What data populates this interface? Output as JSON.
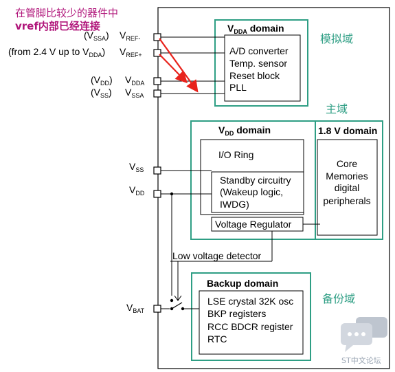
{
  "annotation": {
    "line1": "在管脚比较少的器件中",
    "line2": "vref内部已经连接"
  },
  "pins": {
    "vref_minus_alias": "(V",
    "vref_minus_alias_sub": "SSA",
    "vref_minus_alias_close": ")",
    "vref_minus_main": "V",
    "vref_minus_sub": "REF-",
    "vref_plus_range_a": "(from 2.4 V up to V",
    "vref_plus_range_sub": "DDA",
    "vref_plus_range_b": ")",
    "vref_plus_main": "V",
    "vref_plus_sub": "REF+",
    "vdda_alias": "(V",
    "vdda_alias_sub": "DD",
    "vdda_alias_close": ")",
    "vdda_main": "V",
    "vdda_sub": "DDA",
    "vssa_alias": "(V",
    "vssa_alias_sub": "SS",
    "vssa_alias_close": ")",
    "vssa_main": "V",
    "vssa_sub": "SSA",
    "vss_main": "V",
    "vss_sub": "SS",
    "vdd_main": "V",
    "vdd_sub": "DD",
    "vbat_main": "V",
    "vbat_sub": "BAT"
  },
  "vdda_domain": {
    "title_main": "V",
    "title_sub": "DDA",
    "title_rest": " domain",
    "items": [
      "A/D converter",
      "Temp. sensor",
      "Reset block",
      "PLL"
    ]
  },
  "region_labels": {
    "analog": "模拟域",
    "main": "主域",
    "backup": "备份域"
  },
  "vdd_domain": {
    "title_main": "V",
    "title_sub": "DD",
    "title_rest": " domain",
    "io_ring": "I/O Ring",
    "standby": [
      "Standby circuitry",
      "(Wakeup logic,",
      "IWDG)"
    ],
    "regulator": "Voltage Regulator"
  },
  "core_domain": {
    "title": "1.8 V domain",
    "items": [
      "Core",
      "Memories",
      "digital",
      "peripherals"
    ]
  },
  "low_voltage_detector": "Low voltage detector",
  "backup_domain": {
    "title": "Backup domain",
    "items": [
      "LSE crystal 32K osc",
      "BKP registers",
      "RCC BDCR register",
      "RTC"
    ]
  },
  "watermark": "ST中文论坛",
  "colors": {
    "teal": "#2e9e84",
    "annotation": "#b0157a",
    "arrow": "#e8231c"
  }
}
